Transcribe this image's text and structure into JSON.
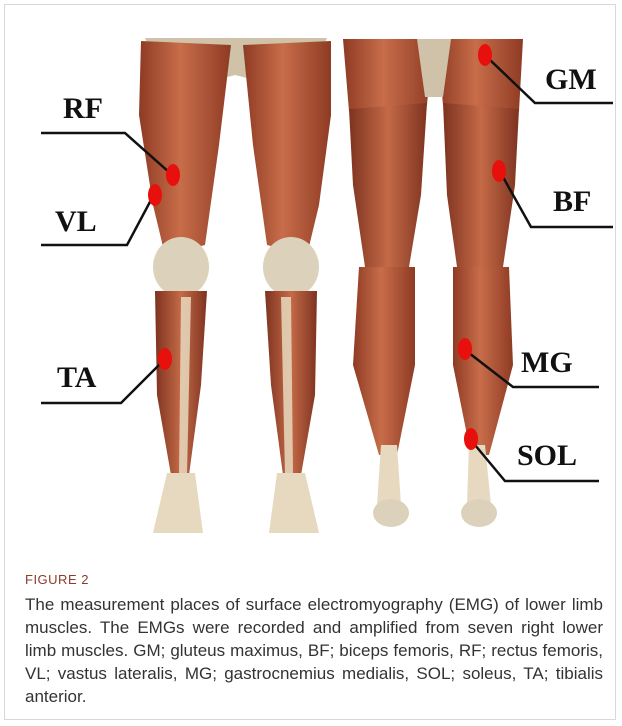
{
  "figure": {
    "labels": {
      "rf": "RF",
      "vl": "VL",
      "ta": "TA",
      "gm": "GM",
      "bf": "BF",
      "mg": "MG",
      "sol": "SOL"
    },
    "colors": {
      "muscle": "#b5583a",
      "muscle_dark": "#8e3b24",
      "tendon": "#e6d9c0",
      "marker": "#e8100c",
      "line": "#111111"
    }
  },
  "caption": {
    "label": "FIGURE 2",
    "text": "The measurement places of surface electromyography (EMG) of lower limb muscles. The EMGs were recorded and amplified from seven right lower limb muscles. GM; gluteus maximus, BF; biceps femoris, RF; rectus femoris, VL; vastus lateralis, MG; gastrocnemius medialis, SOL; soleus, TA; tibialis anterior."
  }
}
